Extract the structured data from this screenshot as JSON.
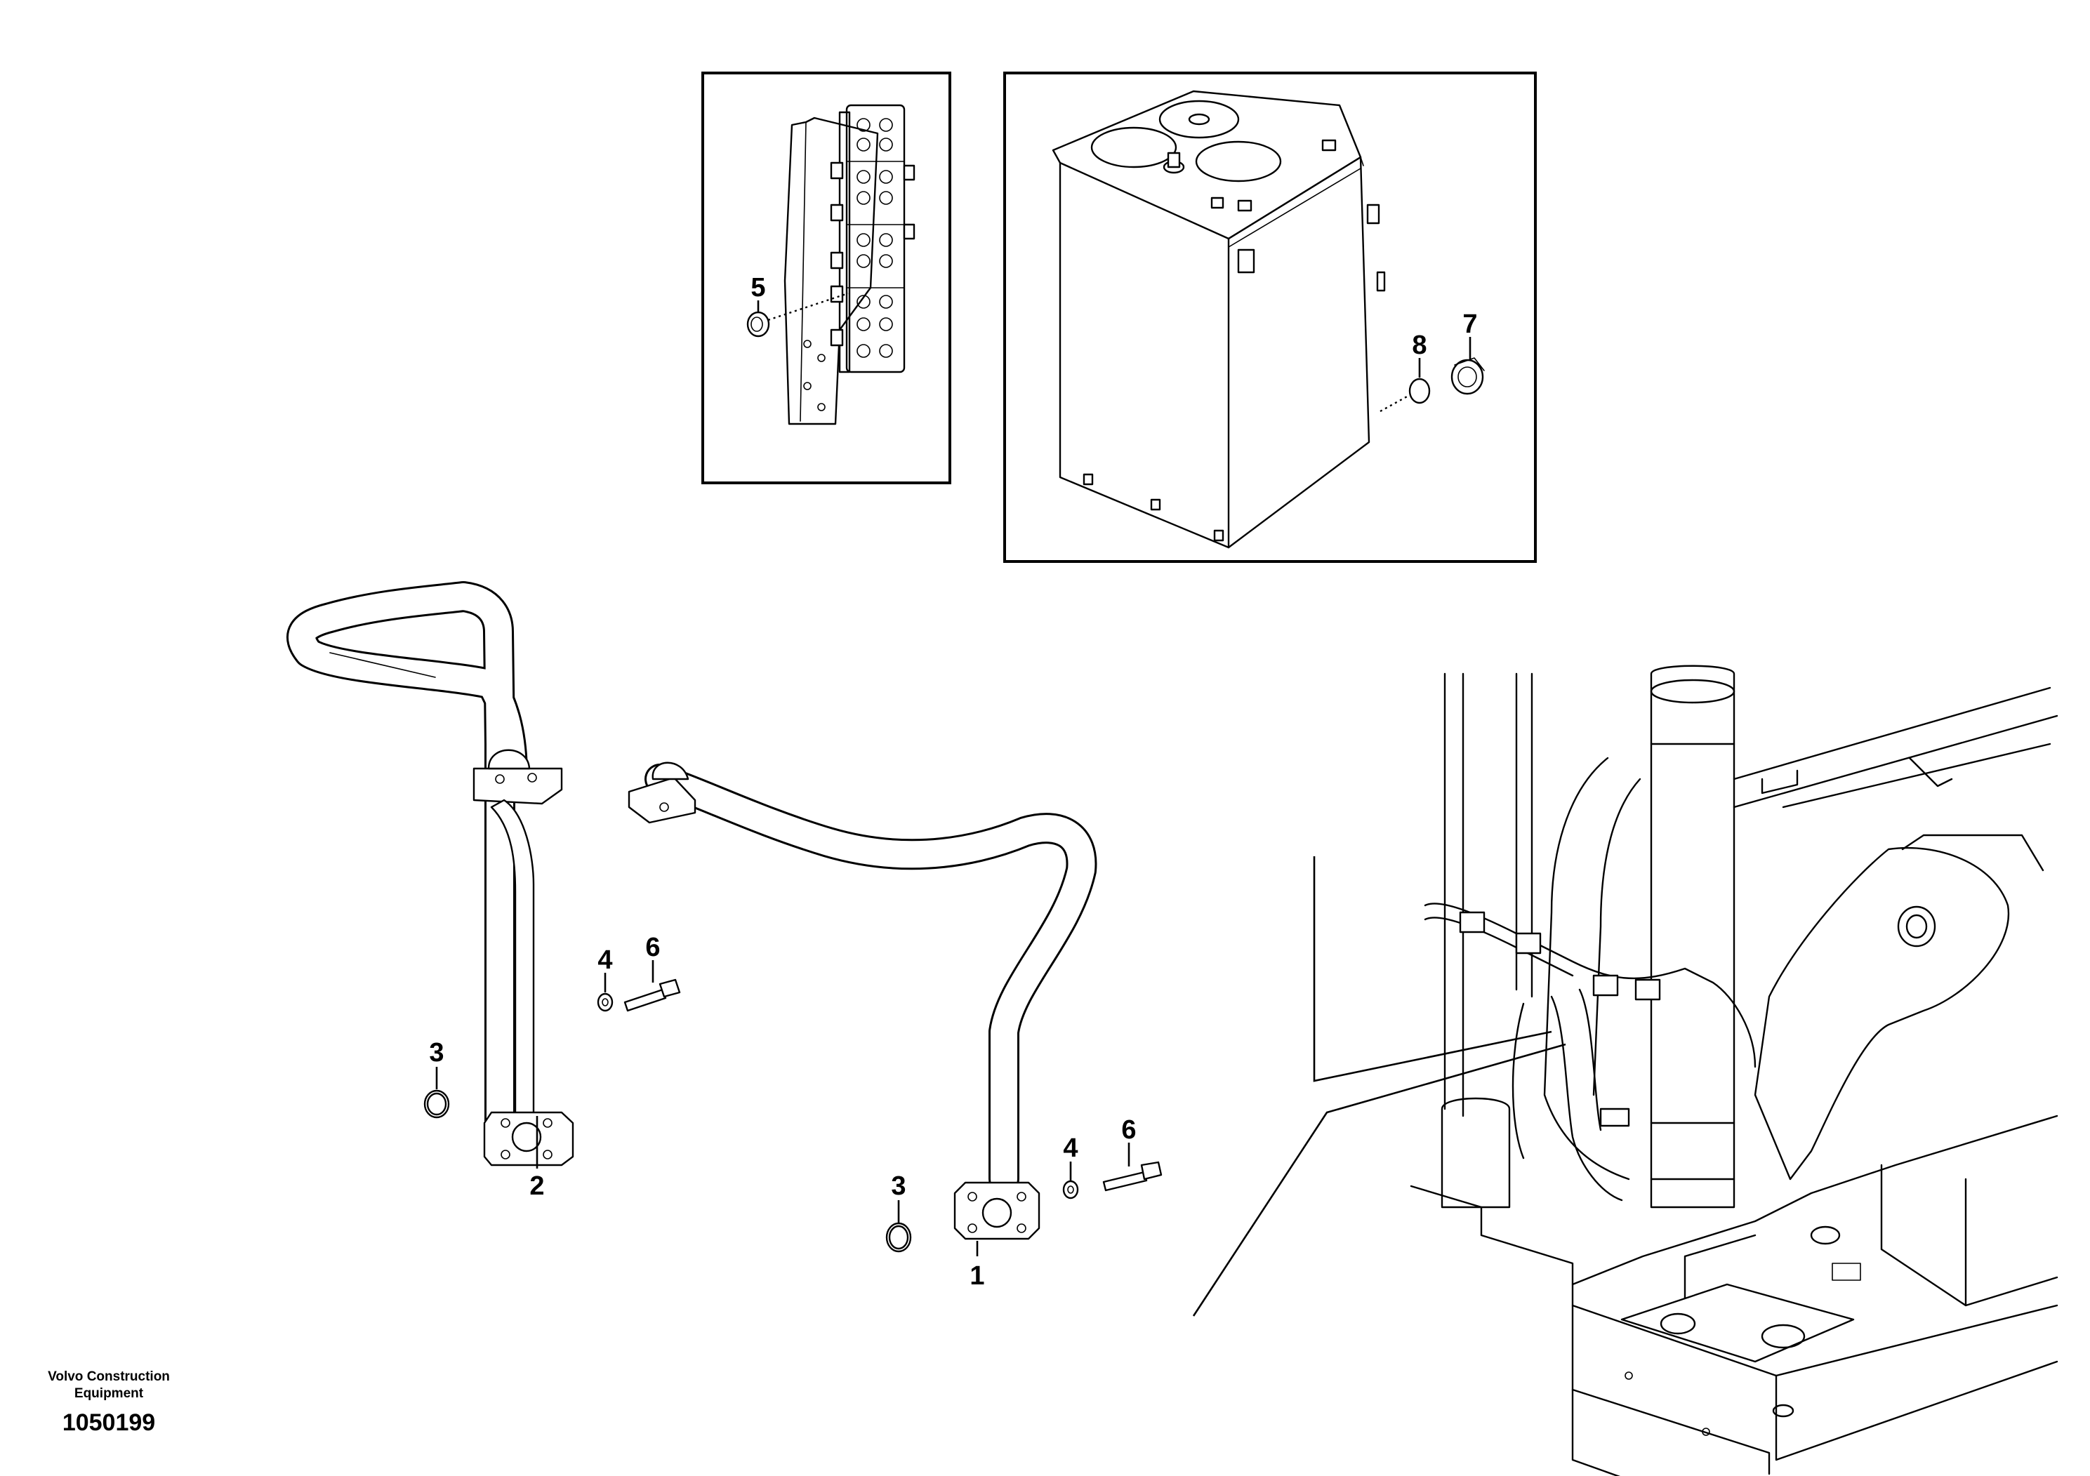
{
  "callouts": {
    "c1": "1",
    "c2": "2",
    "c3a": "3",
    "c3b": "3",
    "c4a": "4",
    "c4b": "4",
    "c6a": "6",
    "c6b": "6",
    "c5": "5",
    "c7": "7",
    "c8": "8"
  },
  "footer": {
    "maker": "Volvo Construction Equipment",
    "drawing_number": "1050199"
  }
}
